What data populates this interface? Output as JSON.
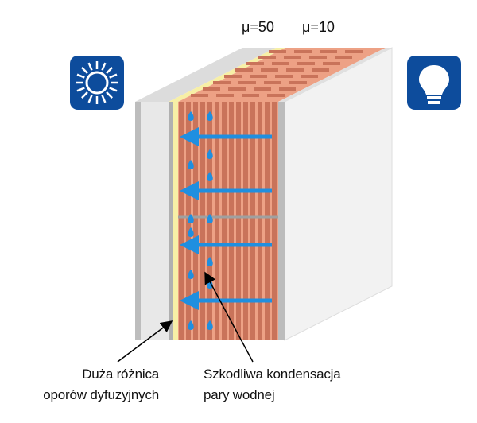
{
  "mu_labels": [
    "μ=50",
    "μ=10"
  ],
  "callouts": {
    "left": {
      "line1": "Duża różnica",
      "line2": "oporów dyfuzyjnych"
    },
    "right": {
      "line1": "Szkodliwa kondensacja",
      "line2": "pary wodnej"
    }
  },
  "icons": {
    "outside": "sun-icon",
    "inside": "light-bulb-icon"
  },
  "colors": {
    "brick": "#c9735a",
    "brick_light": "#eda185",
    "plaster": "#e6e6e6",
    "foil": "#f7efa6",
    "arrow": "#1f8fe0",
    "icon_bg": "#0d4c9c"
  }
}
